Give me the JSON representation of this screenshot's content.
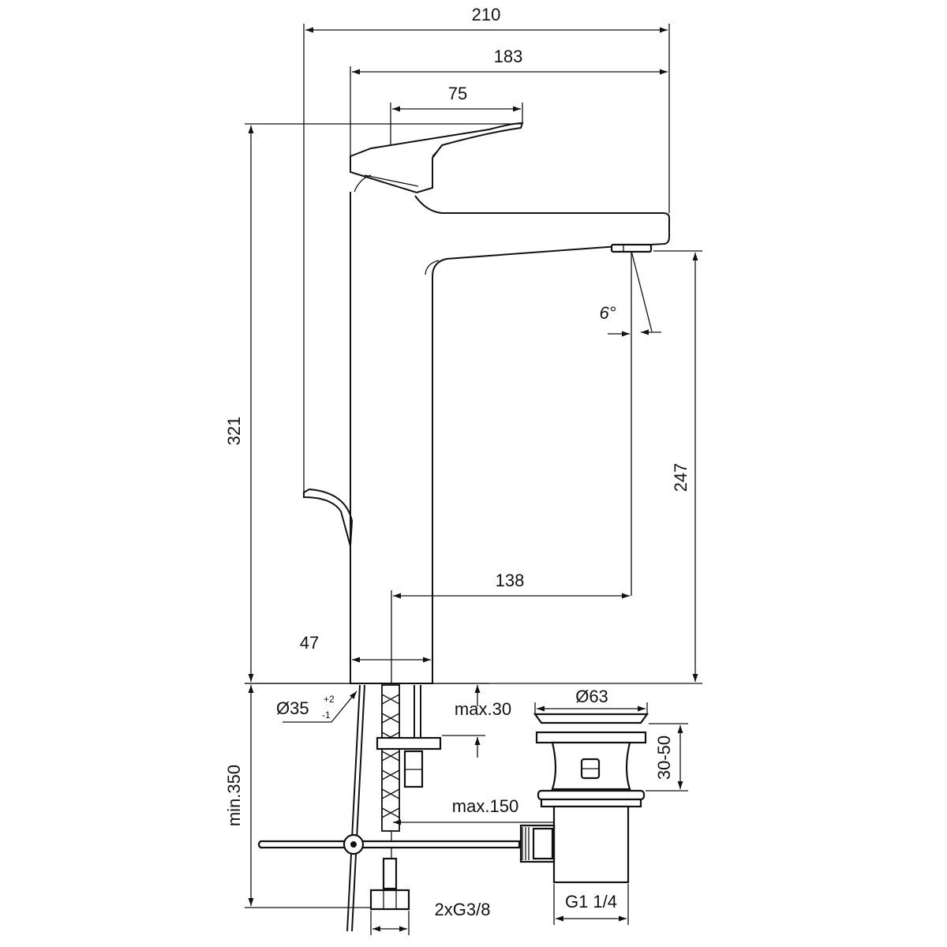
{
  "dimensions": {
    "overall_width": "210",
    "spout_reach_from_back": "183",
    "lever_length": "75",
    "total_height": "321",
    "outlet_height": "247",
    "projection": "138",
    "body_width": "47",
    "spray_angle": "6°",
    "hole_diameter": "Ø35",
    "hole_tol_plus": "+2",
    "hole_tol_minus": "-1",
    "max_thickness": "max.30",
    "waste_diameter": "Ø63",
    "waste_range": "30-50",
    "min_clearance": "min.350",
    "max_hose_reach": "max.150",
    "supply_thread": "2xG3/8",
    "waste_thread": "G1 1/4"
  }
}
